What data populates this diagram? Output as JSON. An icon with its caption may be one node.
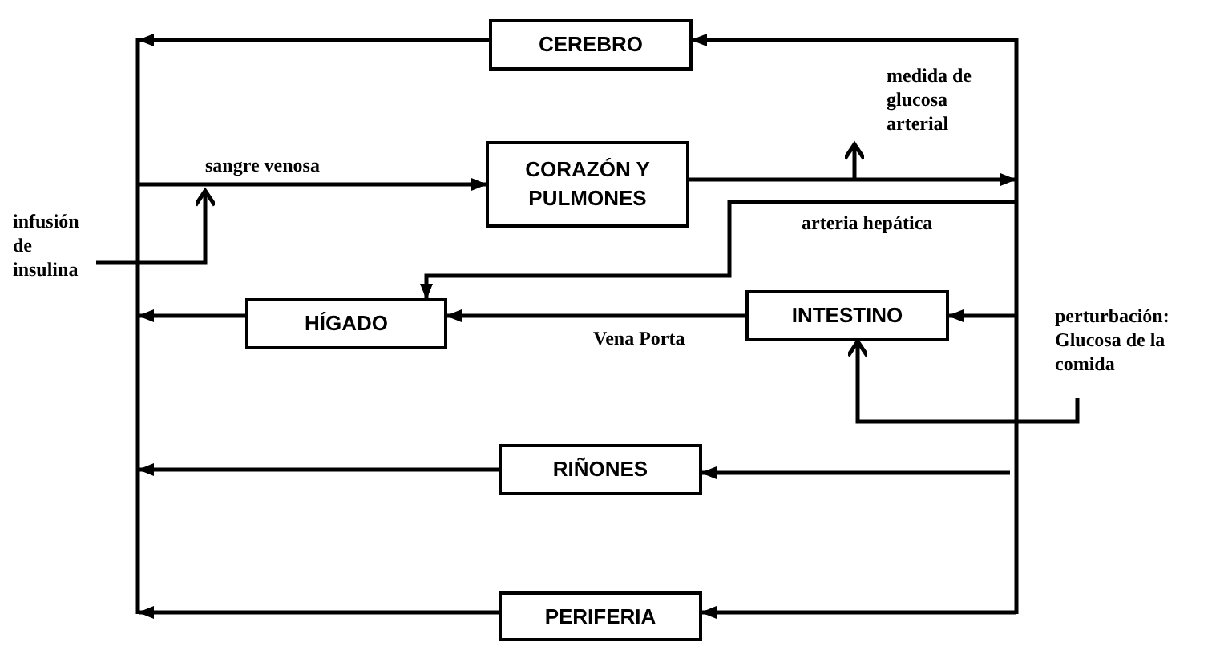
{
  "diagram": {
    "nodes": [
      {
        "text": [
          "CEREBRO"
        ]
      },
      {
        "text": [
          "CORAZÓN Y PULMONES"
        ]
      },
      {
        "text": [
          "HÍGADO"
        ]
      },
      {
        "text": [
          "INTESTINO"
        ]
      },
      {
        "text": [
          "RIÑONES"
        ]
      },
      {
        "text": [
          "PERIFERIA"
        ]
      },
      {
        "text": [
          "infusión de insulina"
        ]
      },
      {
        "text": [
          "medida de glucosa arterial"
        ]
      },
      {
        "text": [
          "perturbación: Glucosa de la comida"
        ]
      }
    ],
    "edges": [
      {
        "from": null,
        "to": 0,
        "arrow": "to"
      },
      {
        "from": 0,
        "to": null,
        "arrow": "to"
      },
      {
        "from": null,
        "to": 1,
        "arrow": "to",
        "label": "sangre venosa"
      },
      {
        "from": 1,
        "to": null,
        "arrow": "to"
      },
      {
        "from": null,
        "to": 7,
        "arrow": "to"
      },
      {
        "from": 6,
        "to": null,
        "arrow": "to"
      },
      {
        "from": null,
        "to": 2,
        "arrow": "to",
        "label": "arteria hepática"
      },
      {
        "from": 3,
        "to": 2,
        "arrow": "to",
        "label": "Vena Porta"
      },
      {
        "from": null,
        "to": 3,
        "arrow": "to"
      },
      {
        "from": 2,
        "to": null,
        "arrow": "to"
      },
      {
        "from": 8,
        "to": 3,
        "arrow": "to"
      },
      {
        "from": null,
        "to": 4,
        "arrow": "to"
      },
      {
        "from": 4,
        "to": null,
        "arrow": "to"
      },
      {
        "from": null,
        "to": 5,
        "arrow": "to"
      },
      {
        "from": 5,
        "to": null,
        "arrow": "to"
      }
    ]
  }
}
